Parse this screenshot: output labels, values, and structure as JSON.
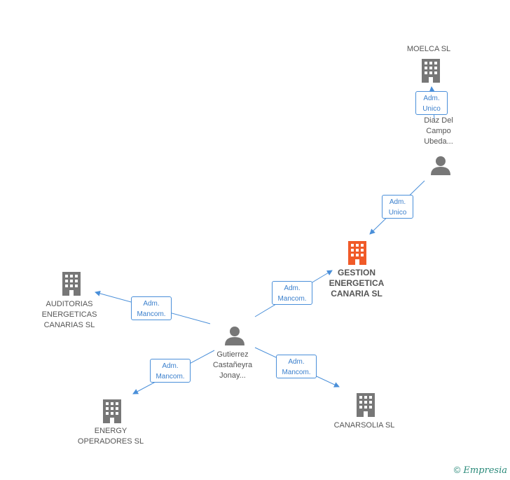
{
  "colors": {
    "edge": "#4a8fd9",
    "building": "#777777",
    "building_main": "#f05a28",
    "person": "#777777"
  },
  "nodes": {
    "moelca": {
      "label": "MOELCA SL",
      "type": "company"
    },
    "diaz": {
      "label": "Diaz Del\nCampo\nUbeda...",
      "type": "person"
    },
    "gestion": {
      "label": "GESTION\nENERGETICA\nCANARIA SL",
      "type": "company_main"
    },
    "auditorias": {
      "label": "AUDITORIAS\nENERGETICAS\nCANARIAS SL",
      "type": "company"
    },
    "gutierrez": {
      "label": "Gutierrez\nCastañeyra\nJonay...",
      "type": "person"
    },
    "energy": {
      "label": "ENERGY\nOPERADORES SL",
      "type": "company"
    },
    "canarsolia": {
      "label": "CANARSOLIA SL",
      "type": "company"
    }
  },
  "edges": {
    "diaz_moelca": "Adm.\nUnico",
    "diaz_gestion": "Adm.\nUnico",
    "gutierrez_gestion": "Adm.\nMancom.",
    "gutierrez_auditorias": "Adm.\nMancom.",
    "gutierrez_energy": "Adm.\nMancom.",
    "gutierrez_canarsolia": "Adm.\nMancom."
  },
  "footer": {
    "copyright": "©",
    "brand": "Empresia"
  }
}
